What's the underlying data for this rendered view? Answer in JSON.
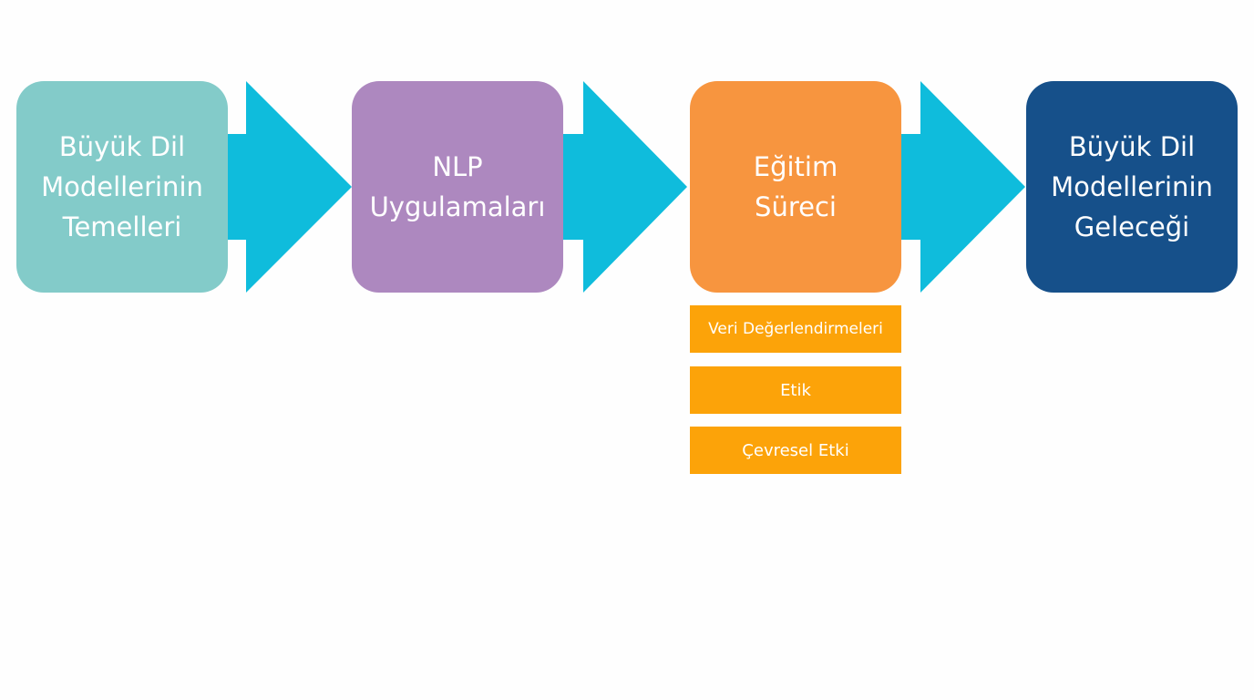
{
  "colors": {
    "box_1": "#83cbc9",
    "box_2": "#ad88bf",
    "box_3": "#f7953f",
    "box_4": "#16508a",
    "arrow": "#0fbcdc",
    "sub_box": "#fca309"
  },
  "steps": [
    {
      "label": "Büyük Dil\nModellerinin\nTemelleri"
    },
    {
      "label": "NLP\nUygulamaları"
    },
    {
      "label": "Eğitim\nSüreci"
    },
    {
      "label": "Büyük Dil\nModellerinin\nGeleceği"
    }
  ],
  "sub_items": [
    {
      "label": "Veri Değerlendirmeleri"
    },
    {
      "label": "Etik"
    },
    {
      "label": "Çevresel Etki"
    }
  ]
}
